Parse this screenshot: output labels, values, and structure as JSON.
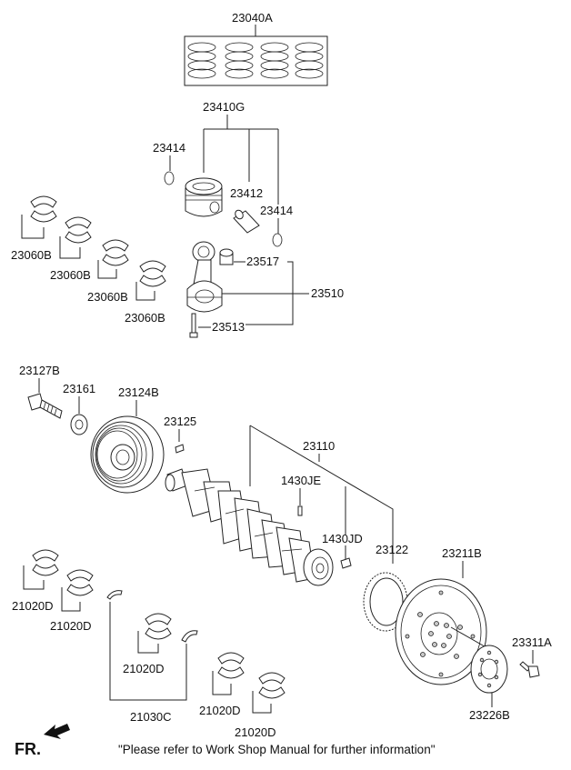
{
  "parts": {
    "piston_ring_set": "23040A",
    "piston_assy": "23410G",
    "snap_ring_left": "23414",
    "piston_pin": "23412",
    "snap_ring_right": "23414",
    "conrod_bearing_1": "23060B",
    "conrod_bearing_2": "23060B",
    "conrod_bearing_3": "23060B",
    "conrod_bearing_4": "23060B",
    "conrod_bushing": "23517",
    "connecting_rod": "23510",
    "conrod_bolt": "23513",
    "pulley_bolt": "23127B",
    "washer": "23161",
    "damper_pulley": "23124B",
    "key": "23125",
    "crankshaft": "23110",
    "pin_je": "1430JE",
    "pin_jd": "1430JD",
    "ring_gear": "23122",
    "flywheel": "23211B",
    "flywheel_bolt": "23311A",
    "adapter_plate": "23226B",
    "main_bearing_1": "21020D",
    "main_bearing_2": "21020D",
    "main_bearing_3": "21020D",
    "main_bearing_4": "21020D",
    "main_bearing_5": "21020D",
    "thrust_washer": "21030C"
  },
  "footer": {
    "front_label": "FR.",
    "note": "\"Please refer to Work Shop Manual for further information\""
  },
  "icons": [
    "front-arrow-icon"
  ]
}
